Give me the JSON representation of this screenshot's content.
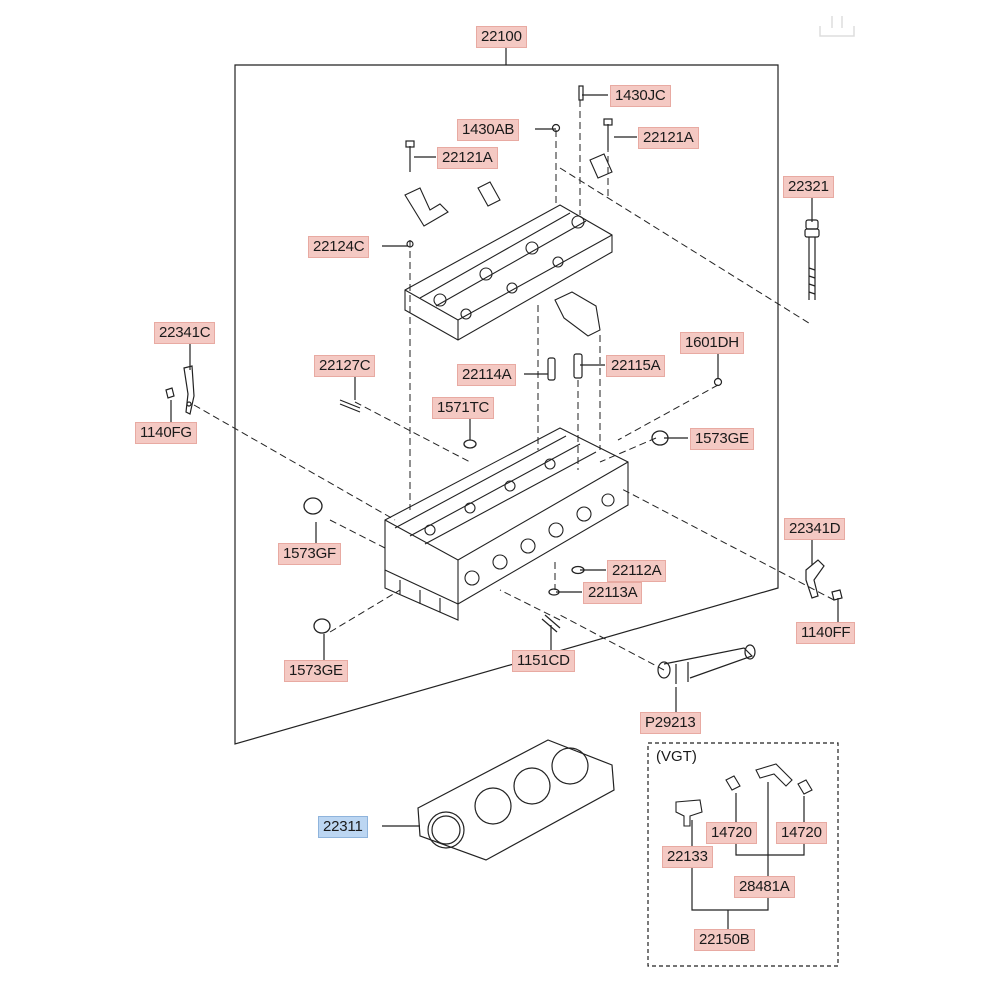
{
  "labels": {
    "p22100": "22100",
    "p1430JC": "1430JC",
    "p1430AB": "1430AB",
    "p22121A_r": "22121A",
    "p22121A_l": "22121A",
    "p22321": "22321",
    "p22124C": "22124C",
    "p22341C": "22341C",
    "p22127C": "22127C",
    "p22114A": "22114A",
    "p22115A": "22115A",
    "p1601DH": "1601DH",
    "p1140FG": "1140FG",
    "p1571TC": "1571TC",
    "p1573GE_r": "1573GE",
    "p22341D": "22341D",
    "p1573GF": "1573GF",
    "p22112A": "22112A",
    "p22113A": "22113A",
    "p1140FF": "1140FF",
    "p1573GE_l": "1573GE",
    "p1151CD": "1151CD",
    "pP29213": "P29213",
    "p22311": "22311",
    "vgt": "(VGT)",
    "p14720_l": "14720",
    "p14720_r": "14720",
    "p22133": "22133",
    "p28481A": "28481A",
    "p22150B": "22150B"
  },
  "colors": {
    "label_fill": "#f4c9c3",
    "highlight_fill": "#bcd6f2",
    "line": "#222222"
  }
}
